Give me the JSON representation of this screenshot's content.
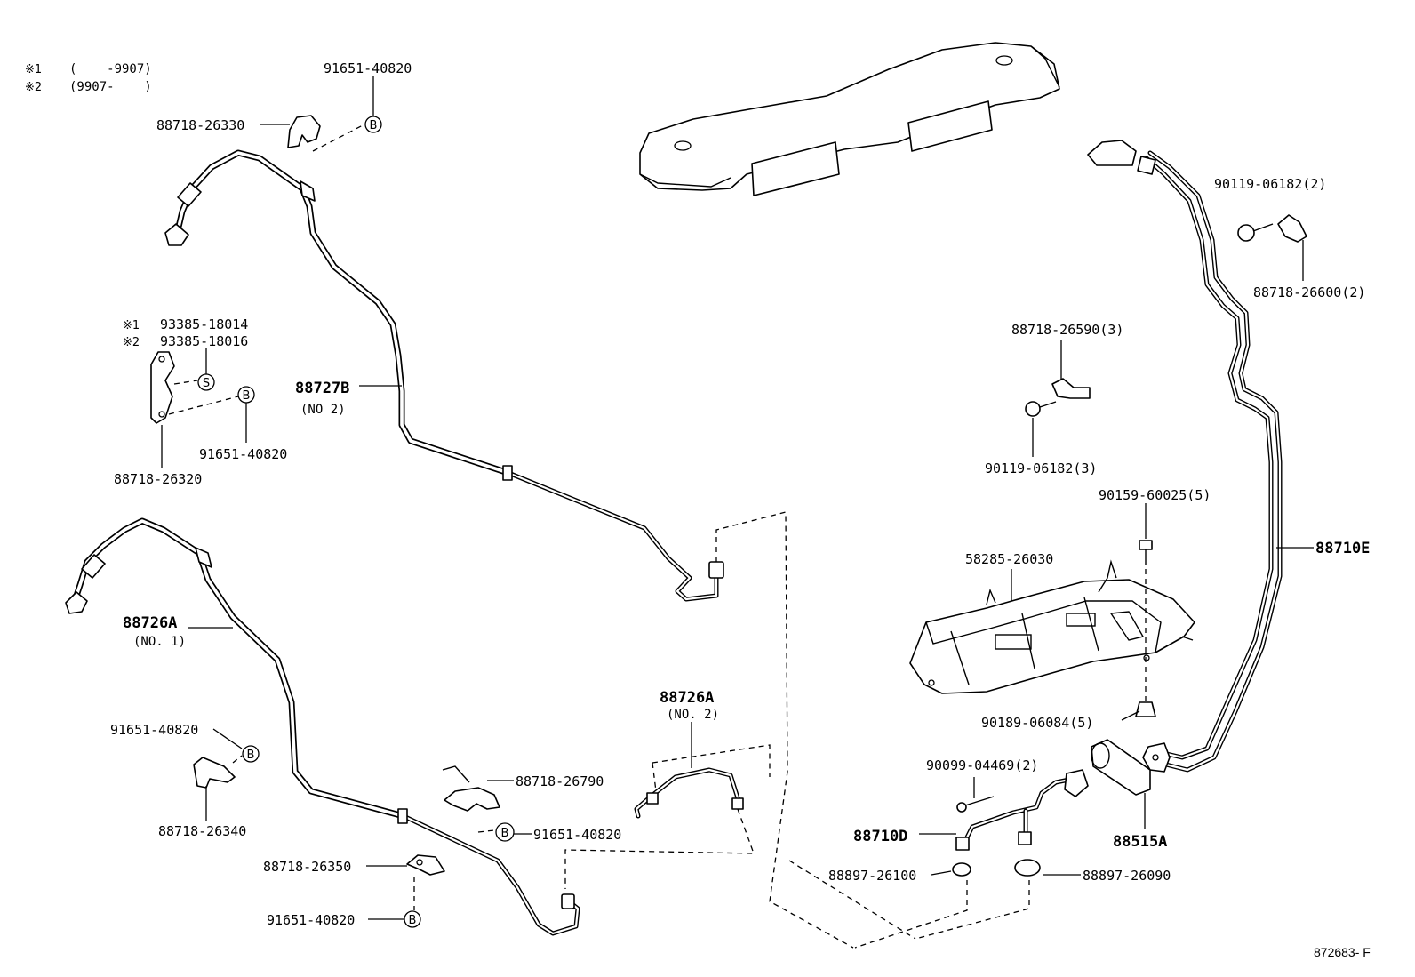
{
  "notes": {
    "n1_mark": "※1",
    "n1_text": "(    -9907)",
    "n2_mark": "※2",
    "n2_text": "(9907-    )"
  },
  "markers": {
    "b": "B",
    "s": "S"
  },
  "labels": {
    "p91651_top": "91651-40820",
    "p88718_26330": "88718-26330",
    "n1_93385": "93385-18014",
    "n2_93385": "93385-18016",
    "p91651_mid": "91651-40820",
    "p88718_26320": "88718-26320",
    "p88727B": "88727B",
    "p88727B_sub": "(NO 2)",
    "p88726A_1": "88726A",
    "p88726A_1_sub": "(NO. 1)",
    "p91651_left": "91651-40820",
    "p88718_26340": "88718-26340",
    "p88718_26790": "88718-26790",
    "p91651_center": "91651-40820",
    "p88718_26350": "88718-26350",
    "p91651_bottom": "91651-40820",
    "p88726A_2": "88726A",
    "p88726A_2_sub": "(NO. 2)",
    "p90119_top": "90119-06182(2)",
    "p88718_26600": "88718-26600(2)",
    "p88718_26590": "88718-26590(3)",
    "p90119_mid": "90119-06182(3)",
    "p90159": "90159-60025(5)",
    "p58285": "58285-26030",
    "p88710E": "88710E",
    "p90189": "90189-06084(5)",
    "p90099": "90099-04469(2)",
    "p88710D": "88710D",
    "p88515A": "88515A",
    "p88897_26100": "88897-26100",
    "p88897_26090": "88897-26090",
    "figure_id": "872683- F"
  }
}
